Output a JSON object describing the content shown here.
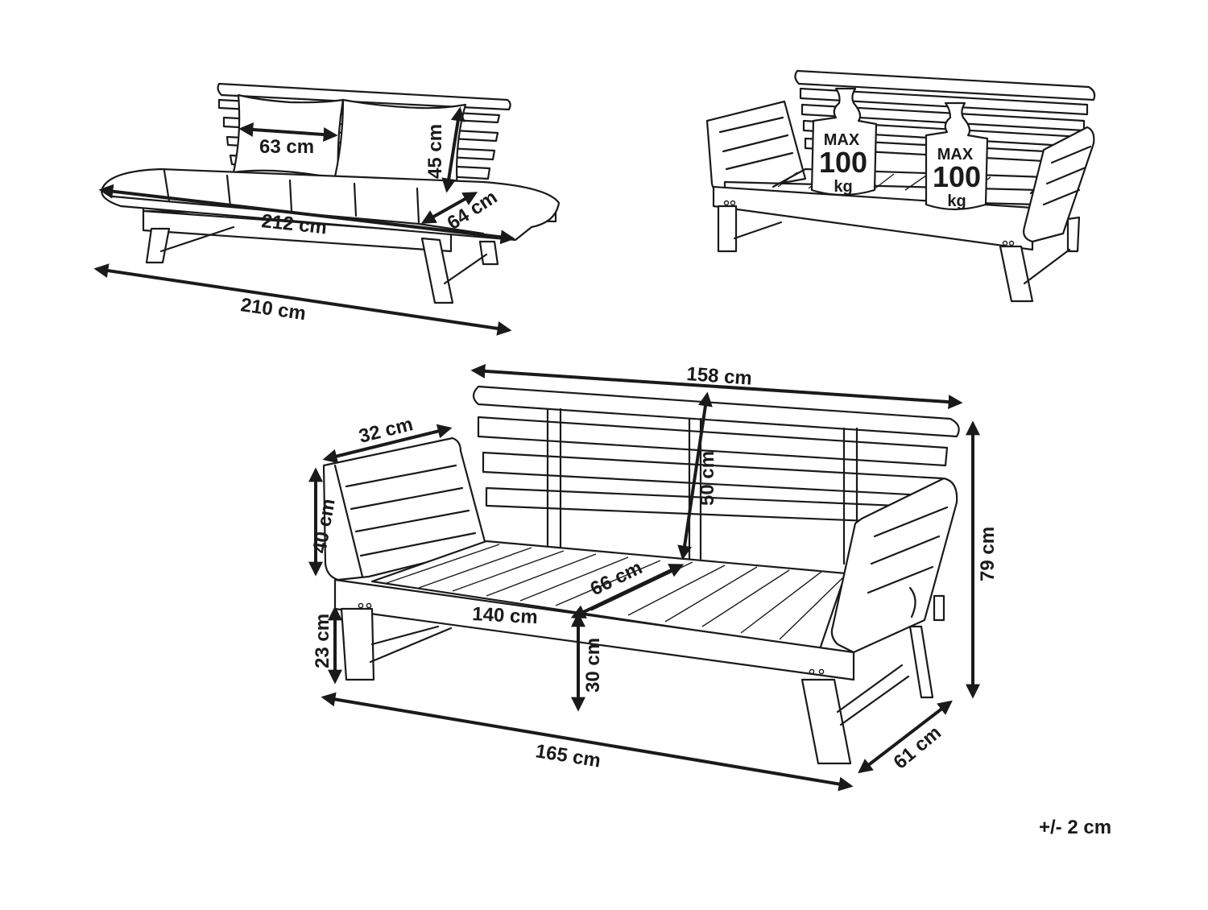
{
  "views": {
    "cushion_view": {
      "pillow_width": "63 cm",
      "pillow_height": "45 cm",
      "cushion_depth": "64 cm",
      "cushion_length": "212 cm",
      "daybed_length": "210 cm"
    },
    "load_view": {
      "weight_left": {
        "line1": "MAX",
        "line2": "100",
        "line3": "kg"
      },
      "weight_right": {
        "line1": "MAX",
        "line2": "100",
        "line3": "kg"
      }
    },
    "sofa_view": {
      "backrest_width": "158 cm",
      "armrest_width": "32 cm",
      "backrest_height": "50 cm",
      "total_height": "79 cm",
      "armrest_height": "40 cm",
      "seat_depth": "66 cm",
      "seat_width": "140 cm",
      "leg_height": "23 cm",
      "seat_height": "30 cm",
      "total_width": "165 cm",
      "total_depth": "61 cm"
    }
  },
  "tolerance": "+/- 2 cm"
}
